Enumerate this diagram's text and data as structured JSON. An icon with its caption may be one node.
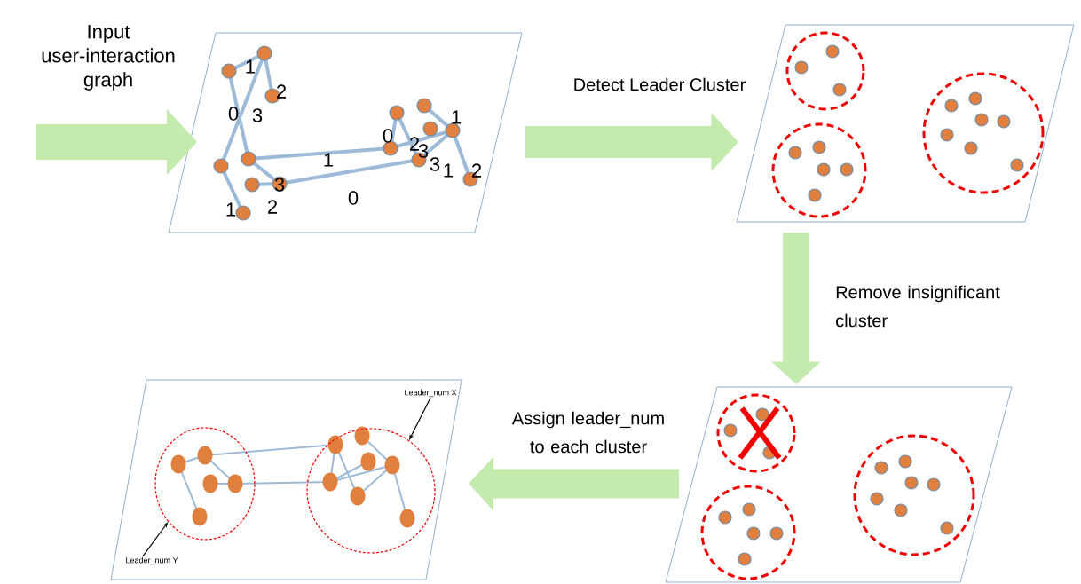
{
  "diagram": {
    "nodes": [
      {
        "text": [],
        "shape": "parallelogram"
      },
      {
        "text": [],
        "shape": "parallelogram"
      },
      {
        "text": [],
        "shape": "parallelogram"
      },
      {
        "text": [],
        "shape": "parallelogram"
      },
      {
        "text": [],
        "shape": "circle",
        "in": 1
      },
      {
        "text": [],
        "shape": "circle",
        "in": 1
      },
      {
        "text": [],
        "shape": "circle",
        "in": 1
      },
      {
        "text": [],
        "shape": "circle",
        "in": 2
      },
      {
        "text": [],
        "shape": "circle",
        "in": 2
      },
      {
        "text": [],
        "shape": "circle",
        "in": 2
      },
      {
        "text": [],
        "shape": "circle",
        "in": 3
      },
      {
        "text": [],
        "shape": "circle",
        "in": 3
      },
      {
        "text": [
          "Leader_num X"
        ],
        "in": 3
      },
      {
        "text": [
          "Leader_num Y"
        ],
        "in": 3
      }
    ],
    "edges": [
      {
        "from": null,
        "to": 0,
        "arrow": "to",
        "label": "Input user-interaction graph"
      },
      {
        "from": 0,
        "to": 1,
        "arrow": "to",
        "label": "Detect Leader Cluster"
      },
      {
        "from": 1,
        "to": 2,
        "arrow": "to",
        "label": "Remove insignificant cluster"
      },
      {
        "from": 2,
        "to": 3,
        "arrow": "to",
        "label": "Assign leader_num to each cluster"
      },
      {
        "from": 12,
        "to": 11,
        "arrow": "to",
        "color": "#000000"
      },
      {
        "from": 13,
        "to": 10,
        "arrow": "to",
        "color": "#000000"
      }
    ],
    "labels": [
      "1",
      "2",
      "0",
      "3",
      "1",
      "0",
      "2",
      "3",
      "1",
      "3",
      "1",
      "2",
      "3",
      "1",
      "2",
      "0"
    ]
  }
}
